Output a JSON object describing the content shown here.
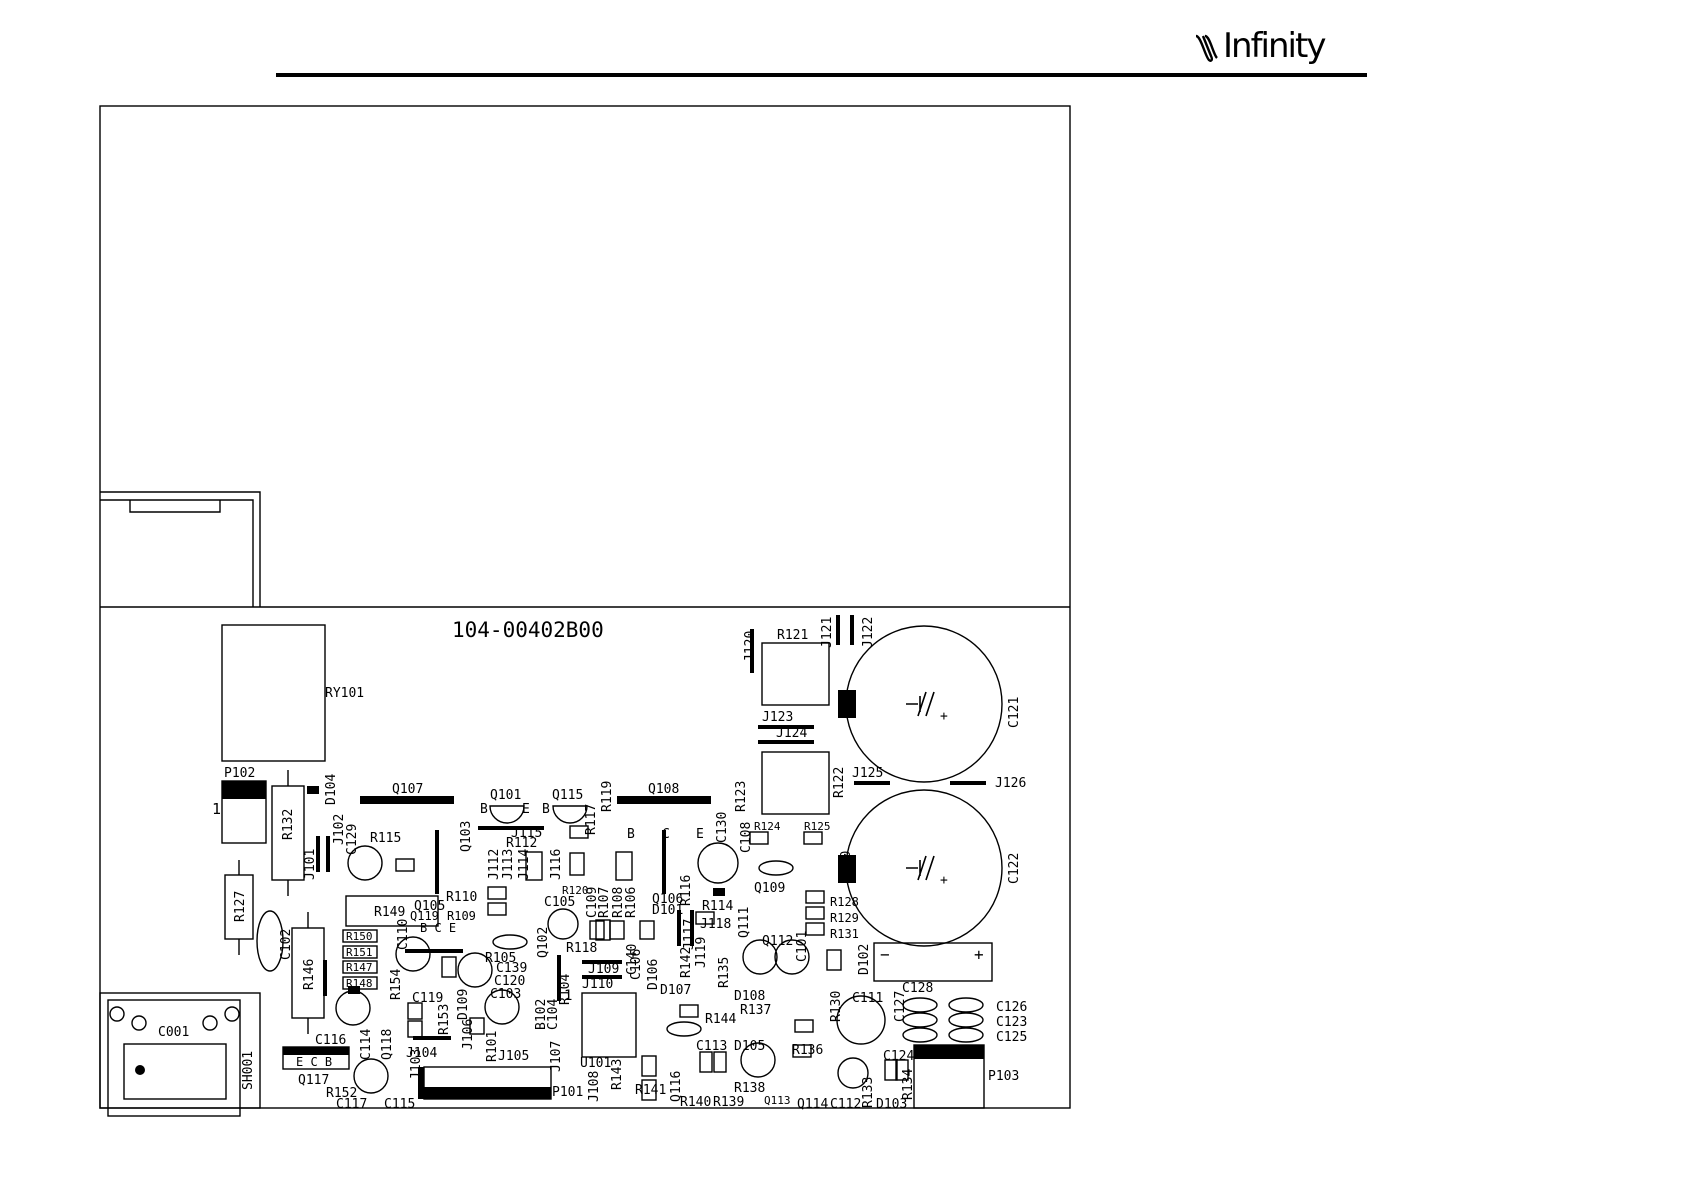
{
  "brand": {
    "name": "Infinity"
  },
  "board": {
    "part_number": "104-00402B00",
    "pin_one": "1",
    "components": [
      {
        "id": "RY101",
        "text": "RY101"
      },
      {
        "id": "P102",
        "text": "P102"
      },
      {
        "id": "R132",
        "text": "R132"
      },
      {
        "id": "D104",
        "text": "D104"
      },
      {
        "id": "J102",
        "text": "J102"
      },
      {
        "id": "J101",
        "text": "J101"
      },
      {
        "id": "C129",
        "text": "C129"
      },
      {
        "id": "R115",
        "text": "R115"
      },
      {
        "id": "Q107",
        "text": "Q107"
      },
      {
        "id": "Q101",
        "text": "Q101"
      },
      {
        "id": "Q115",
        "text": "Q115"
      },
      {
        "id": "R119",
        "text": "R119"
      },
      {
        "id": "R117",
        "text": "R117"
      },
      {
        "id": "Q108",
        "text": "Q108"
      },
      {
        "id": "C130",
        "text": "C130"
      },
      {
        "id": "R123",
        "text": "R123"
      },
      {
        "id": "R122",
        "text": "R122"
      },
      {
        "id": "R121",
        "text": "R121"
      },
      {
        "id": "J120",
        "text": "J120"
      },
      {
        "id": "J121",
        "text": "J121"
      },
      {
        "id": "J122",
        "text": "J122"
      },
      {
        "id": "J123",
        "text": "J123"
      },
      {
        "id": "J124",
        "text": "J124"
      },
      {
        "id": "J125",
        "text": "J125"
      },
      {
        "id": "J126",
        "text": "J126"
      },
      {
        "id": "C121",
        "text": "C121"
      },
      {
        "id": "C122",
        "text": "C122"
      },
      {
        "id": "R124",
        "text": "R124"
      },
      {
        "id": "R125",
        "text": "R125"
      },
      {
        "id": "Q110",
        "text": "Q110"
      },
      {
        "id": "C108",
        "text": "C108"
      },
      {
        "id": "Q109",
        "text": "Q109"
      },
      {
        "id": "R127",
        "text": "R127"
      },
      {
        "id": "R149",
        "text": "R149"
      },
      {
        "id": "C102",
        "text": "C102"
      },
      {
        "id": "R146",
        "text": "R146"
      },
      {
        "id": "R150",
        "text": "R150"
      },
      {
        "id": "R151",
        "text": "R151"
      },
      {
        "id": "R147",
        "text": "R147"
      },
      {
        "id": "R148",
        "text": "R148"
      },
      {
        "id": "Q103",
        "text": "Q103"
      },
      {
        "id": "J115",
        "text": "J115"
      },
      {
        "id": "R112",
        "text": "R112"
      },
      {
        "id": "J112",
        "text": "J112"
      },
      {
        "id": "J113",
        "text": "J113"
      },
      {
        "id": "J114",
        "text": "J114"
      },
      {
        "id": "J116",
        "text": "J116"
      },
      {
        "id": "R110",
        "text": "R110"
      },
      {
        "id": "Q105",
        "text": "Q105"
      },
      {
        "id": "C105",
        "text": "C105"
      },
      {
        "id": "R120",
        "text": "R120"
      },
      {
        "id": "R107",
        "text": "R107"
      },
      {
        "id": "C109",
        "text": "C109"
      },
      {
        "id": "R108",
        "text": "R108"
      },
      {
        "id": "R106",
        "text": "R106"
      },
      {
        "id": "D101",
        "text": "D101"
      },
      {
        "id": "Q106",
        "text": "Q106"
      },
      {
        "id": "R114",
        "text": "R114"
      },
      {
        "id": "R116",
        "text": "R116"
      },
      {
        "id": "Q111",
        "text": "Q111"
      },
      {
        "id": "R128",
        "text": "R128"
      },
      {
        "id": "R129",
        "text": "R129"
      },
      {
        "id": "R131",
        "text": "R131"
      },
      {
        "id": "C110",
        "text": "C110"
      },
      {
        "id": "Q119",
        "text": "Q119"
      },
      {
        "id": "R109",
        "text": "R109"
      },
      {
        "id": "Q102",
        "text": "Q102"
      },
      {
        "id": "J118",
        "text": "J118"
      },
      {
        "id": "C106",
        "text": "C106"
      },
      {
        "id": "Q112",
        "text": "Q112"
      },
      {
        "id": "D102",
        "text": "D102"
      },
      {
        "id": "C128",
        "text": "C128"
      },
      {
        "id": "R105",
        "text": "R105"
      },
      {
        "id": "C139",
        "text": "C139"
      },
      {
        "id": "C120",
        "text": "C120"
      },
      {
        "id": "C103",
        "text": "C103"
      },
      {
        "id": "R118",
        "text": "R118"
      },
      {
        "id": "J109",
        "text": "J109"
      },
      {
        "id": "J110",
        "text": "J110"
      },
      {
        "id": "C140",
        "text": "C140"
      },
      {
        "id": "D106",
        "text": "D106"
      },
      {
        "id": "J117",
        "text": "J117"
      },
      {
        "id": "R142",
        "text": "R142"
      },
      {
        "id": "J119",
        "text": "J119"
      },
      {
        "id": "R135",
        "text": "R135"
      },
      {
        "id": "C101",
        "text": "C101"
      },
      {
        "id": "R154",
        "text": "R154"
      },
      {
        "id": "C119",
        "text": "C119"
      },
      {
        "id": "D109",
        "text": "D109"
      },
      {
        "id": "R153",
        "text": "R153"
      },
      {
        "id": "R104",
        "text": "R104"
      },
      {
        "id": "C104",
        "text": "C104"
      },
      {
        "id": "B102",
        "text": "B102"
      },
      {
        "id": "D107",
        "text": "D107"
      },
      {
        "id": "D108",
        "text": "D108"
      },
      {
        "id": "R137",
        "text": "R137"
      },
      {
        "id": "R130",
        "text": "R130"
      },
      {
        "id": "C111",
        "text": "C111"
      },
      {
        "id": "C127",
        "text": "C127"
      },
      {
        "id": "C126",
        "text": "C126"
      },
      {
        "id": "C123",
        "text": "C123"
      },
      {
        "id": "C125",
        "text": "C125"
      },
      {
        "id": "C116",
        "text": "C116"
      },
      {
        "id": "C114",
        "text": "C114"
      },
      {
        "id": "Q118",
        "text": "Q118"
      },
      {
        "id": "J104",
        "text": "J104"
      },
      {
        "id": "J103",
        "text": "J103"
      },
      {
        "id": "J106",
        "text": "J106"
      },
      {
        "id": "R101",
        "text": "R101"
      },
      {
        "id": "J105",
        "text": "J105"
      },
      {
        "id": "J107",
        "text": "J107"
      },
      {
        "id": "U101",
        "text": "U101"
      },
      {
        "id": "R144",
        "text": "R144"
      },
      {
        "id": "C113",
        "text": "C113"
      },
      {
        "id": "D105",
        "text": "D105"
      },
      {
        "id": "R136",
        "text": "R136"
      },
      {
        "id": "C124",
        "text": "C124"
      },
      {
        "id": "C001",
        "text": "C001"
      },
      {
        "id": "SH001",
        "text": "SH001"
      },
      {
        "id": "Q117",
        "text": "Q117"
      },
      {
        "id": "R152",
        "text": "R152"
      },
      {
        "id": "C117",
        "text": "C117"
      },
      {
        "id": "C115",
        "text": "C115"
      },
      {
        "id": "P101",
        "text": "P101"
      },
      {
        "id": "J108",
        "text": "J108"
      },
      {
        "id": "R143",
        "text": "R143"
      },
      {
        "id": "R141",
        "text": "R141"
      },
      {
        "id": "Q116",
        "text": "Q116"
      },
      {
        "id": "R140",
        "text": "R140"
      },
      {
        "id": "R139",
        "text": "R139"
      },
      {
        "id": "R138",
        "text": "R138"
      },
      {
        "id": "Q113",
        "text": "Q113"
      },
      {
        "id": "Q114",
        "text": "Q114"
      },
      {
        "id": "C112",
        "text": "C112"
      },
      {
        "id": "R133",
        "text": "R133"
      },
      {
        "id": "R134",
        "text": "R134"
      },
      {
        "id": "D103",
        "text": "D103"
      },
      {
        "id": "P103",
        "text": "P103"
      }
    ],
    "pin_letters": {
      "b": "B",
      "c": "C",
      "e": "E"
    },
    "ecb": "E C B",
    "bce": "B C E",
    "plus": "+",
    "minus": "−"
  }
}
